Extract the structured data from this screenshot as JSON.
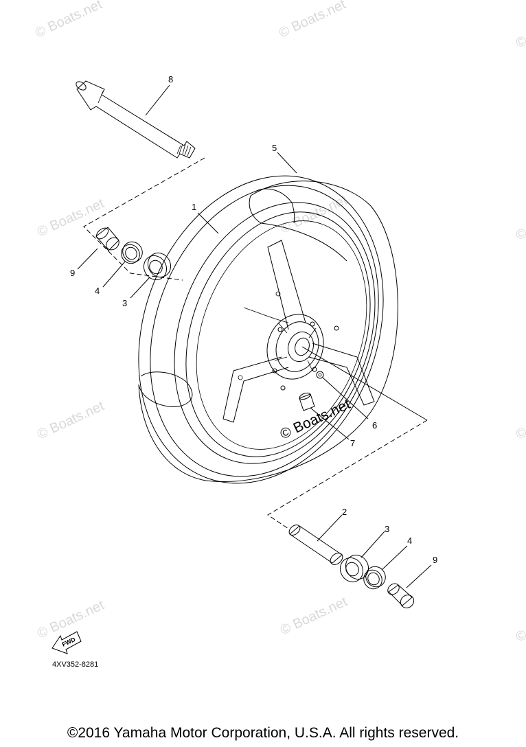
{
  "watermarks": [
    "© Boats.net",
    "© Boats.net",
    "© Boats.net",
    "© Boats.net",
    "© Boats.net",
    "© Boats.net",
    "© Boats.net",
    "© Boats.net",
    "© Boats.net",
    "© Boats.net",
    "© Boats.net"
  ],
  "watermark_main": "© Boats.net",
  "callouts": {
    "axle": "8",
    "tire": "5",
    "wheel": "1",
    "collar_left": "9",
    "seal_left": "4",
    "bearing_left": "3",
    "spacer": "2",
    "bearing_right": "3",
    "seal_right": "4",
    "collar_right": "9",
    "bolt": "6",
    "valve": "7"
  },
  "fwd_label": "FWD",
  "diagram_code": "4XV352-8281",
  "copyright": "©2016 Yamaha Motor Corporation, U.S.A. All rights reserved."
}
